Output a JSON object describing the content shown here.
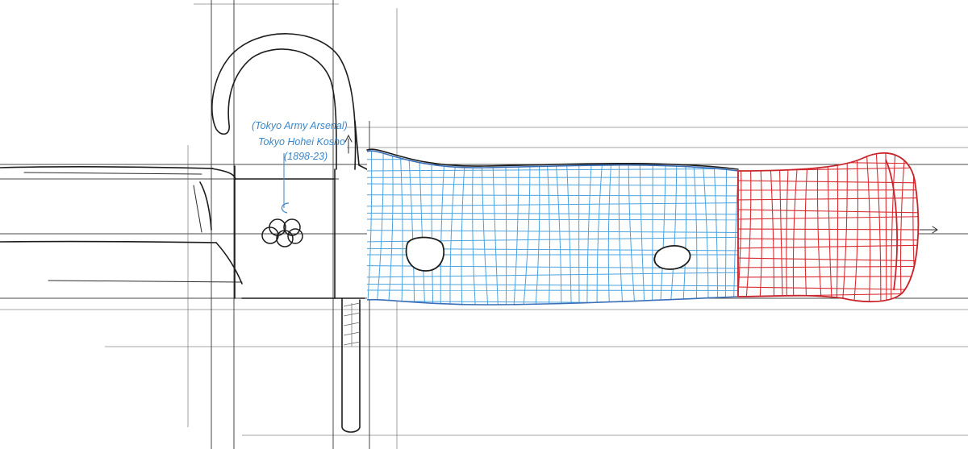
{
  "annotation": {
    "line1": "(Tokyo Army Arsenal)",
    "line2": "Tokyo Hohei Kosho",
    "line3": "(1898-23)"
  },
  "colors": {
    "grip_grid": "#4aa3df",
    "grip_outline": "#3a6fb8",
    "pommel_grid": "#d92b30",
    "pencil": "#1d1d1d",
    "annotation": "#3b86c8"
  },
  "icons": [
    "hooked-quillon",
    "arsenal-mark-icon",
    "arrow-icon"
  ]
}
